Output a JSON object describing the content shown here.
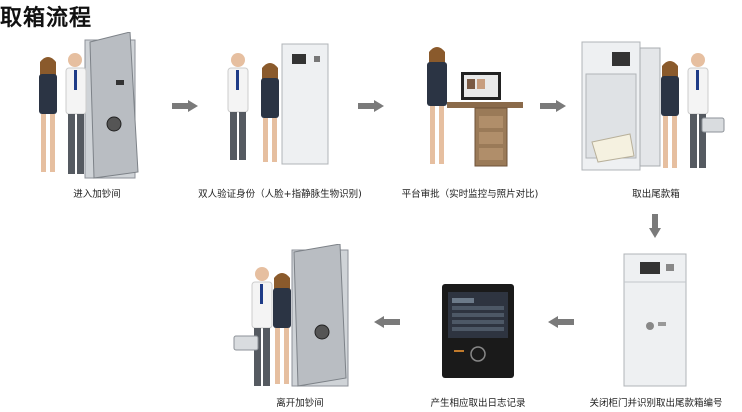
{
  "title": "取箱流程",
  "steps": [
    {
      "label": "进入加钞间"
    },
    {
      "label": "双人验证身份（人脸+指静脉生物识别)"
    },
    {
      "label": "平台审批（实时监控与照片对比)"
    },
    {
      "label": "取出尾款箱"
    },
    {
      "label": "关闭柜门并识别取出尾款箱编号"
    },
    {
      "label": "产生相应取出日志记录"
    },
    {
      "label": "离开加钞间"
    }
  ],
  "colors": {
    "arrow": "#7a7a7a",
    "suit": "#2b3444",
    "safe": "#e9ecef",
    "vault": "#b9bdc2"
  }
}
